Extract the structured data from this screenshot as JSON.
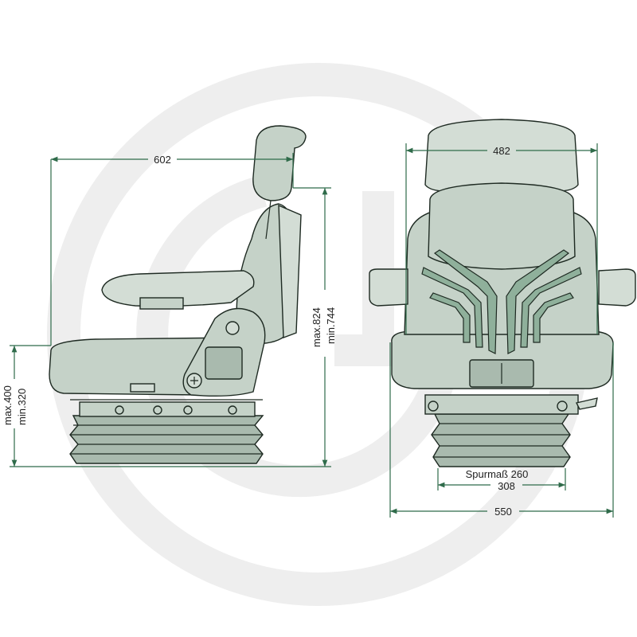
{
  "colors": {
    "seat_fill": "#c5d2c8",
    "outline": "#1e2a22",
    "dimension_line": "#2f6b4a",
    "watermark": "#eeeeee",
    "text": "#222222"
  },
  "side_view": {
    "overall_depth": "602",
    "height_max": "max.824",
    "height_min": "min.744",
    "seat_height_max": "max.400",
    "seat_height_min": "min.320"
  },
  "front_view": {
    "backrest_width": "482",
    "track_gauge": "Spurmaß 260",
    "rail_width": "308",
    "overall_width": "550"
  }
}
